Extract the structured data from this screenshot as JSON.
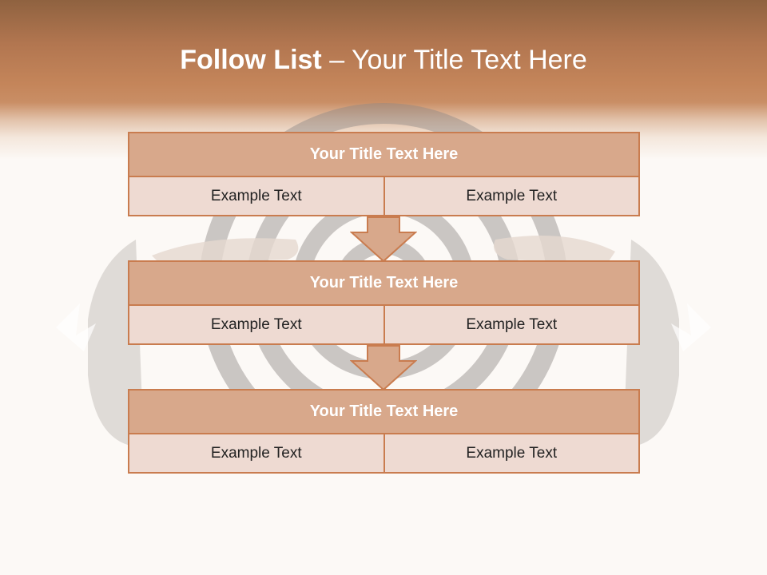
{
  "slide": {
    "title_bold": "Follow List",
    "title_rest": " – Your Title Text Here"
  },
  "blocks": [
    {
      "title": "Your Title Text Here",
      "left_text": "Example Text",
      "right_text": "Example Text"
    },
    {
      "title": "Your Title Text Here",
      "left_text": "Example Text",
      "right_text": "Example Text"
    },
    {
      "title": "Your Title Text Here",
      "left_text": "Example Text",
      "right_text": "Example Text"
    }
  ],
  "colors": {
    "accent": "#c97c4f",
    "title_fill": "#d8a88b",
    "cell_fill": "#eedad2",
    "header_brown": "#b27650"
  },
  "icons": [
    "down-arrow-icon",
    "target-rings-background"
  ]
}
